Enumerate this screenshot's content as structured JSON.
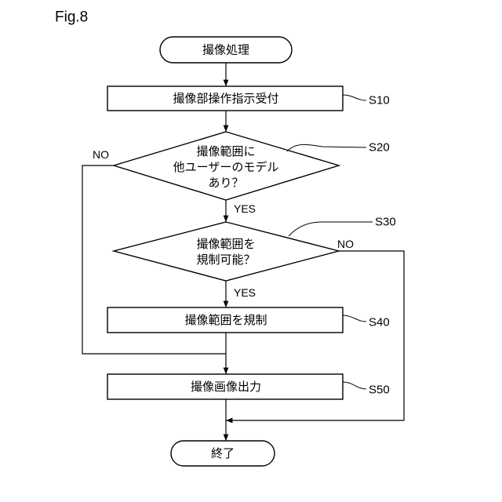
{
  "figure": {
    "label": "Fig.8"
  },
  "nodes": {
    "start": {
      "text": "撮像処理"
    },
    "s10": {
      "text": "撮像部操作指示受付",
      "step": "S10"
    },
    "s20": {
      "lines": [
        "撮像範囲に",
        "他ユーザーのモデル",
        "あり？"
      ],
      "step": "S20"
    },
    "s30": {
      "lines": [
        "撮像範囲を",
        "規制可能？"
      ],
      "step": "S30"
    },
    "s40": {
      "text": "撮像範囲を規制",
      "step": "S40"
    },
    "s50": {
      "text": "撮像画像出力",
      "step": "S50"
    },
    "end": {
      "text": "終了"
    }
  },
  "edges": {
    "s20_no": "NO",
    "s20_yes": "YES",
    "s30_no": "NO",
    "s30_yes": "YES"
  }
}
